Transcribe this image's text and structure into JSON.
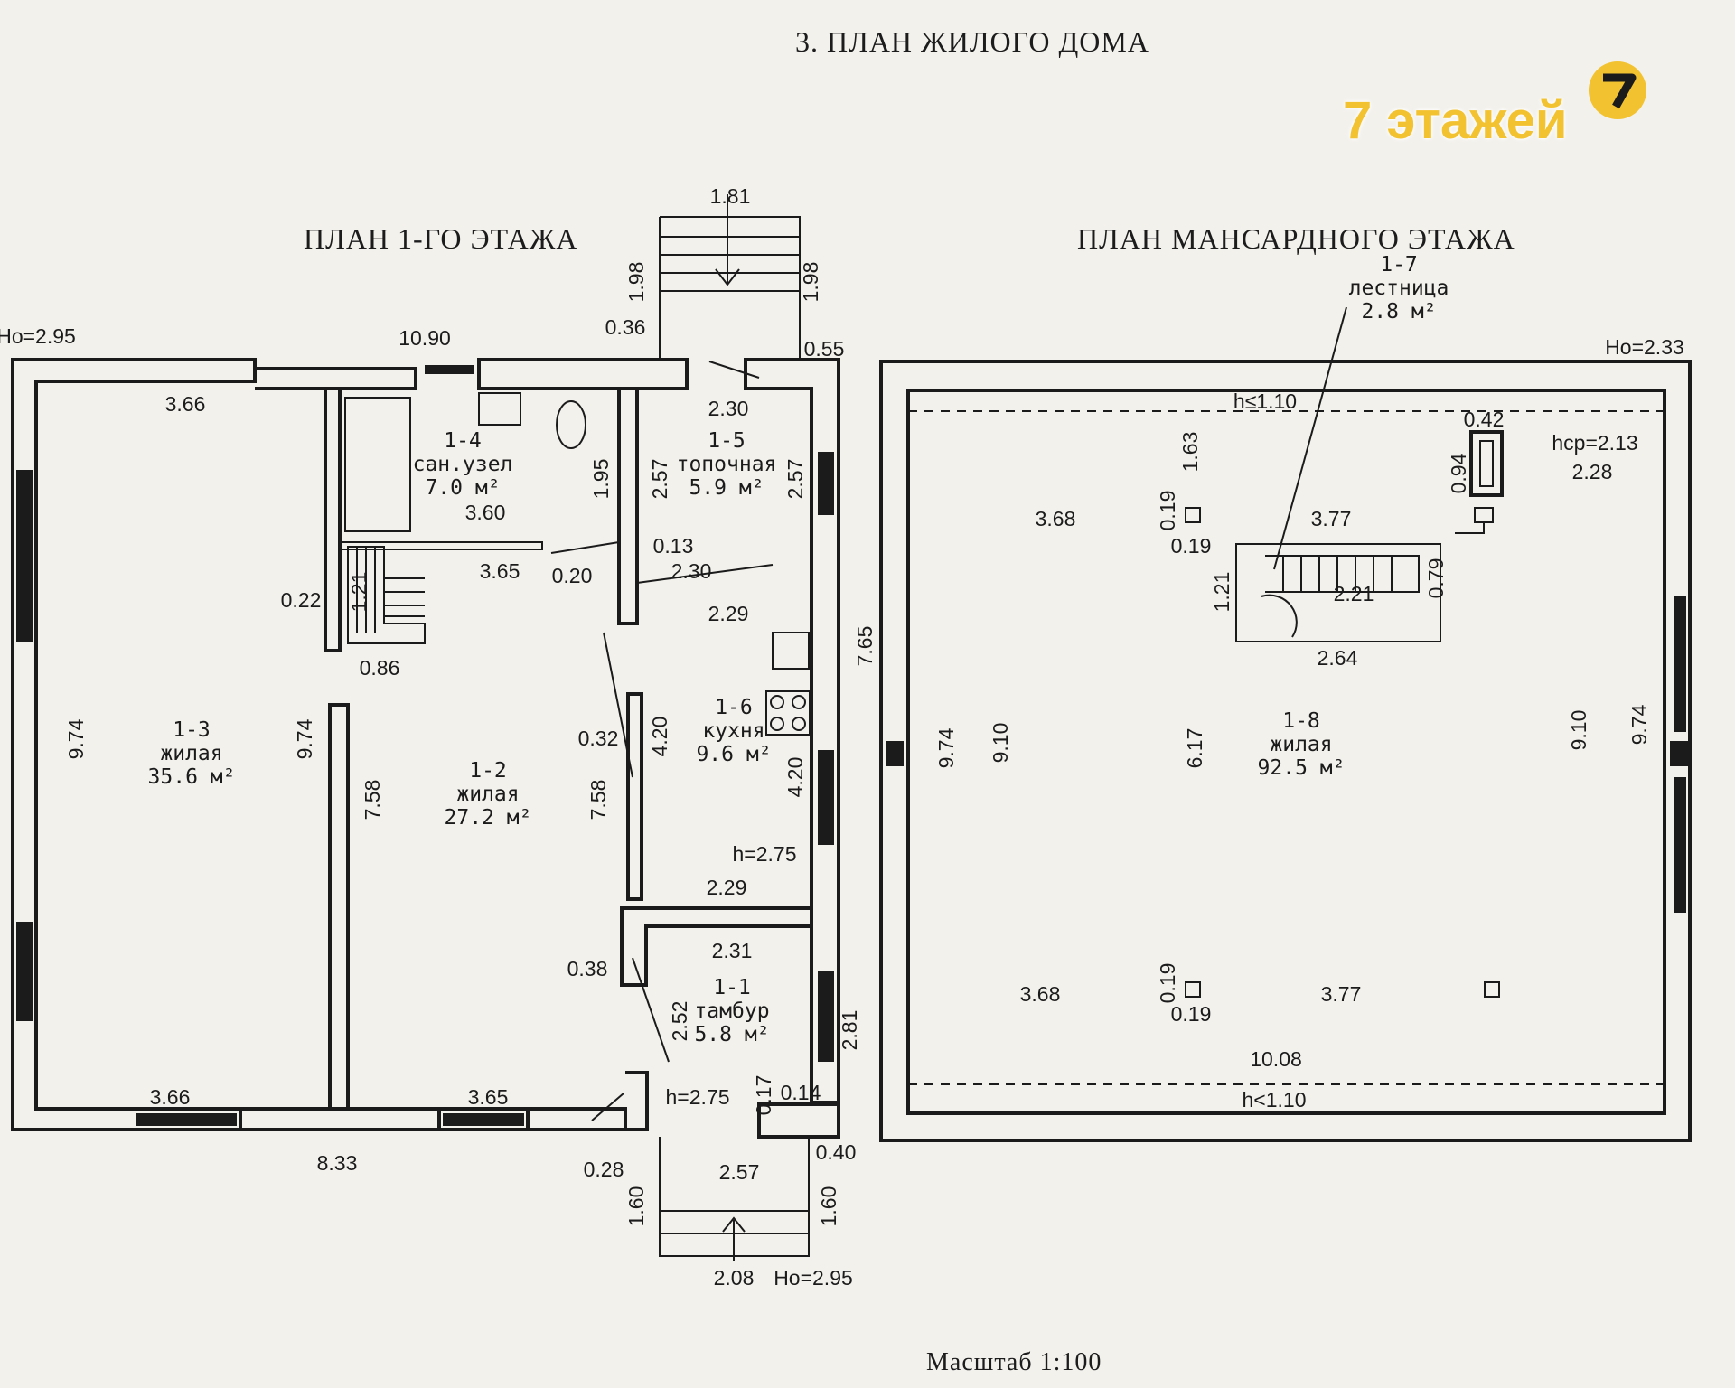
{
  "titles": {
    "main": "3. ПЛАН ЖИЛОГО ДОМА",
    "floor1": "ПЛАН 1-ГО ЭТАЖА",
    "attic": "ПЛАН МАНСАРДНОГО ЭТАЖА",
    "scale": "Масштаб 1:100"
  },
  "logo": {
    "text": "7 этажей",
    "color": "#f2c230"
  },
  "rooms": [
    {
      "id": "1-1",
      "name": "тамбур",
      "area": "5.8 м²"
    },
    {
      "id": "1-2",
      "name": "жилая",
      "area": "27.2 м²"
    },
    {
      "id": "1-3",
      "name": "жилая",
      "area": "35.6 м²"
    },
    {
      "id": "1-4",
      "name": "сан.узел",
      "area": "7.0 м²"
    },
    {
      "id": "1-5",
      "name": "топочная",
      "area": "5.9 м²"
    },
    {
      "id": "1-6",
      "name": "кухня",
      "area": "9.6 м²"
    },
    {
      "id": "1-7",
      "name": "лестница",
      "area": "2.8 м²"
    },
    {
      "id": "1-8",
      "name": "жилая",
      "area": "92.5 м²"
    }
  ],
  "floor1_dims": {
    "ho_left": "Ho=2.95",
    "top_width": "10.90",
    "d036": "0.36",
    "porch_w": "1.81",
    "porch_l": "1.98",
    "porch_r": "1.98",
    "d055": "0.55",
    "w366_top": "3.66",
    "d230": "2.30",
    "d195": "1.95",
    "d257a": "2.57",
    "d257b": "2.57",
    "d360": "3.60",
    "d365": "3.65",
    "d020": "0.20",
    "d013": "0.13",
    "d230b": "2.30",
    "d229": "2.29",
    "d022": "0.22",
    "d121": "1.21",
    "d086": "0.86",
    "d974a": "9.74",
    "d974b": "9.74",
    "d758a": "7.58",
    "d032": "0.32",
    "d420a": "4.20",
    "d758b": "7.58",
    "d765": "7.65",
    "d420b": "4.20",
    "h275a": "h=2.75",
    "d229b": "2.29",
    "d231": "2.31",
    "d038": "0.38",
    "d252": "2.52",
    "d281": "2.81",
    "d366_bot": "3.66",
    "d365_bot": "3.65",
    "h275b": "h=2.75",
    "d017": "0.17",
    "d014": "0.14",
    "d833": "8.33",
    "d028": "0.28",
    "d257c": "2.57",
    "d040": "0.40",
    "d160a": "1.60",
    "d160b": "1.60",
    "d208": "2.08",
    "ho_bot": "Ho=2.95"
  },
  "attic_dims": {
    "ho": "Ho=2.33",
    "h110_top": "h≤1.10",
    "d042": "0.42",
    "hcp": "hср=2.13",
    "d228": "2.28",
    "d163": "1.63",
    "d094": "0.94",
    "d368a": "3.68",
    "d019a": "0.19",
    "d019b": "0.19",
    "d377a": "3.77",
    "d079": "0.79",
    "d121": "1.21",
    "d221": "2.21",
    "d264": "2.64",
    "d974a": "9.74",
    "d910a": "9.10",
    "d617": "6.17",
    "d910b": "9.10",
    "d974b": "9.74",
    "d019c": "0.19",
    "d368b": "3.68",
    "d019d": "0.19",
    "d377b": "3.77",
    "d1008": "10.08",
    "h110_bot": "h<1.10"
  }
}
